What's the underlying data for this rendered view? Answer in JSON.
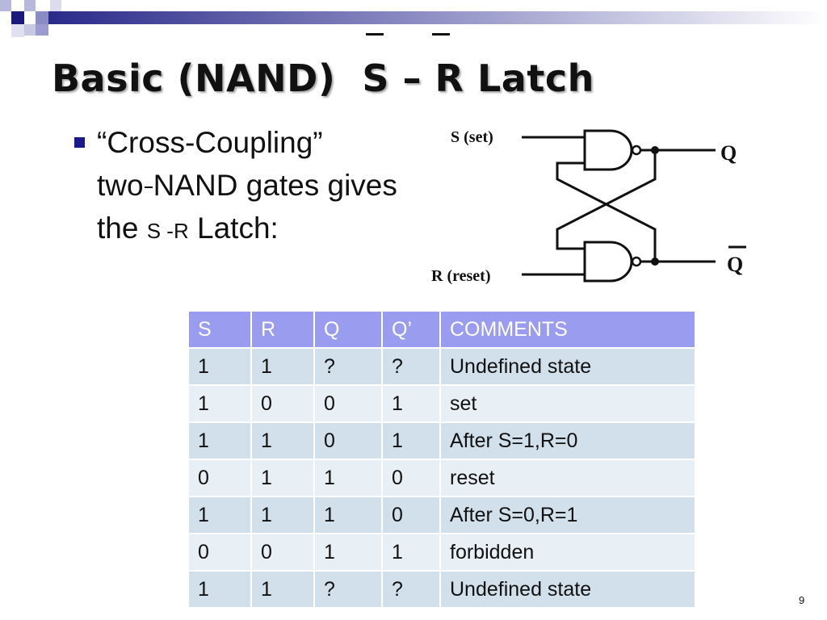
{
  "slide": {
    "title": "Basic (NAND)  S – R Latch",
    "bullet": {
      "line1": "“Cross-Coupling”",
      "line2_a": "two",
      "line2_b": "NAND gates gives",
      "line3_a": "the ",
      "line3_s": "S",
      "line3_dash": " -",
      "line3_r": "R",
      "line3_b": " Latch:"
    },
    "circuit": {
      "set_label": "S (set)",
      "reset_label": "R (reset)",
      "q_label": "Q",
      "qbar_label": "Q"
    },
    "table": {
      "headers": [
        "S",
        "R",
        "Q",
        "Q’",
        "COMMENTS"
      ],
      "rows": [
        [
          "1",
          "1",
          "?",
          "?",
          "Undefined state"
        ],
        [
          "1",
          "0",
          "0",
          "1",
          "set"
        ],
        [
          "1",
          "1",
          "0",
          "1",
          "After S=1,R=0"
        ],
        [
          "0",
          "1",
          "1",
          "0",
          "reset"
        ],
        [
          "1",
          "1",
          "1",
          "0",
          "After S=0,R=1"
        ],
        [
          "0",
          "0",
          "1",
          "1",
          "forbidden"
        ],
        [
          "1",
          "1",
          "?",
          "?",
          "Undefined state"
        ]
      ]
    },
    "page_number": "9"
  }
}
